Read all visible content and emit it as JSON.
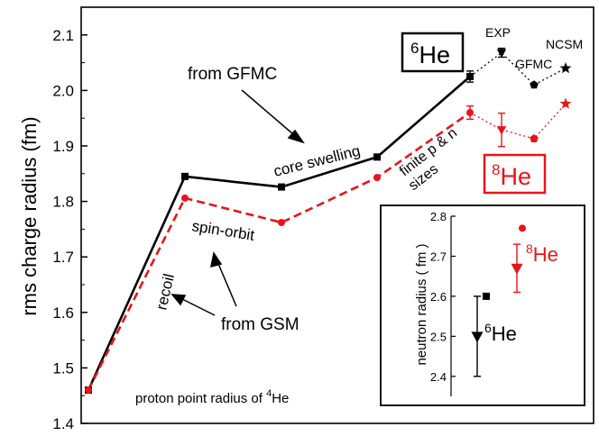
{
  "chart_data": {
    "type": "line",
    "ylabel": "rms charge radius  (fm)",
    "ylim": [
      1.4,
      2.15
    ],
    "yticks": [
      1.4,
      1.5,
      1.6,
      1.7,
      1.8,
      1.9,
      2.0,
      2.1
    ],
    "grid": false,
    "series": [
      {
        "key": "gfmc",
        "color": "#000000",
        "marker": "square",
        "dash": "solid",
        "points": [
          {
            "x": 0,
            "y": 1.46
          },
          {
            "x": 1,
            "y": 1.845
          },
          {
            "x": 2,
            "y": 1.826
          },
          {
            "x": 3,
            "y": 1.88
          },
          {
            "x": 4,
            "y": 2.025,
            "err": 0.01
          }
        ]
      },
      {
        "key": "gsm",
        "color": "#e8141b",
        "marker": "circle",
        "dash": "dashed",
        "points": [
          {
            "x": 0,
            "y": 1.46
          },
          {
            "x": 1,
            "y": 1.806
          },
          {
            "x": 2,
            "y": 1.762
          },
          {
            "x": 3,
            "y": 1.843
          },
          {
            "x": 4,
            "y": 1.96,
            "err": 0.012
          }
        ]
      },
      {
        "key": "he6_compare",
        "color": "#000000",
        "dash": "dotted",
        "points": [
          {
            "x": 4,
            "y": 2.025
          },
          {
            "x": 5,
            "y": 2.068,
            "marker": "triangle-down",
            "err": 0.008
          },
          {
            "x": 6,
            "y": 2.01,
            "marker": "pentagon"
          },
          {
            "x": 7,
            "y": 2.04,
            "marker": "star"
          }
        ]
      },
      {
        "key": "he8_compare",
        "color": "#e8141b",
        "dash": "dotted",
        "points": [
          {
            "x": 4,
            "y": 1.96
          },
          {
            "x": 5,
            "y": 1.929,
            "marker": "triangle-down",
            "err": 0.03
          },
          {
            "x": 6,
            "y": 1.913,
            "marker": "pentagon"
          },
          {
            "x": 7,
            "y": 1.976,
            "marker": "star"
          }
        ]
      }
    ],
    "annotations": {
      "from_gfmc": "from GFMC",
      "core_swelling": "core swelling",
      "spin_orbit": "spin-orbit",
      "recoil": "recoil",
      "from_gsm": "from GSM",
      "finite_line1": "finite p & n",
      "finite_line2": "sizes",
      "proton_point_prefix": "proton point radius of ",
      "proton_point_sup": "4",
      "proton_point_suffix": "He",
      "exp": "EXP",
      "gfmc": "GFMC",
      "ncsm": "NCSM",
      "he6_sup": "6",
      "he6_el": "He",
      "he8_sup": "8",
      "he8_el": "He"
    },
    "inset": {
      "ylabel": "neutron radius ( fm )",
      "ylim": [
        2.35,
        2.8
      ],
      "yticks": [
        2.4,
        2.5,
        2.6,
        2.7,
        2.8
      ],
      "he6_sup": "6",
      "he6_el": "He",
      "he8_sup": "8",
      "he8_el": "He",
      "points": [
        {
          "group": "he6",
          "x": 0,
          "y": 2.5,
          "marker": "triangle-down",
          "color": "#000000",
          "err_lo": 2.4,
          "err_hi": 2.6
        },
        {
          "group": "he6",
          "x": 1,
          "y": 2.6,
          "marker": "square",
          "color": "#000000"
        },
        {
          "group": "he8",
          "x": 0,
          "y": 2.67,
          "marker": "triangle-down",
          "color": "#e8141b",
          "err_lo": 2.61,
          "err_hi": 2.73
        },
        {
          "group": "he8",
          "x": 1,
          "y": 2.77,
          "marker": "circle",
          "color": "#e8141b"
        }
      ]
    }
  }
}
